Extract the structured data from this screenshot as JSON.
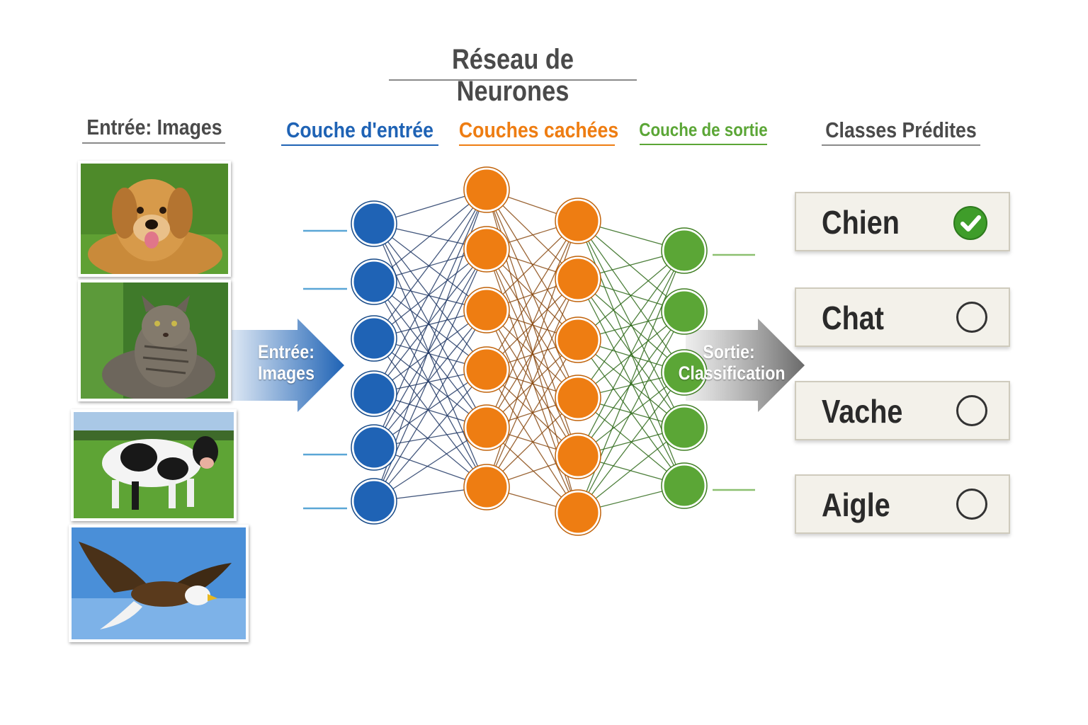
{
  "title": "Réseau de Neurones",
  "headers": {
    "input_images": "Entrée: Images",
    "input_layer": "Couche d'entrée",
    "hidden_layers": "Couches cachées",
    "output_layer": "Couche de sortie",
    "predicted_classes": "Classes Prédites"
  },
  "colors": {
    "input_layer": "#1f63b5",
    "hidden_layers": "#ee7d12",
    "output_layer": "#5ba636",
    "title": "#4a4a4a",
    "check": "#3f9d2a"
  },
  "input_images": [
    {
      "subject": "dog",
      "icon": "dog-photo"
    },
    {
      "subject": "cat",
      "icon": "cat-photo"
    },
    {
      "subject": "cow",
      "icon": "cow-photo"
    },
    {
      "subject": "eagle",
      "icon": "eagle-photo"
    }
  ],
  "arrows": {
    "input_line1": "Entrée:",
    "input_line2": "Images",
    "output_line1": "Sortie:",
    "output_line2": "Classification"
  },
  "network": {
    "layers": [
      {
        "name": "input",
        "neurons": 6,
        "color": "#1f63b5"
      },
      {
        "name": "hidden1",
        "neurons": 6,
        "color": "#ee7d12"
      },
      {
        "name": "hidden2",
        "neurons": 6,
        "color": "#ee7d12"
      },
      {
        "name": "output",
        "neurons": 5,
        "color": "#5ba636"
      }
    ]
  },
  "classes": [
    {
      "label": "Chien",
      "selected": true
    },
    {
      "label": "Chat",
      "selected": false
    },
    {
      "label": "Vache",
      "selected": false
    },
    {
      "label": "Aigle",
      "selected": false
    }
  ]
}
